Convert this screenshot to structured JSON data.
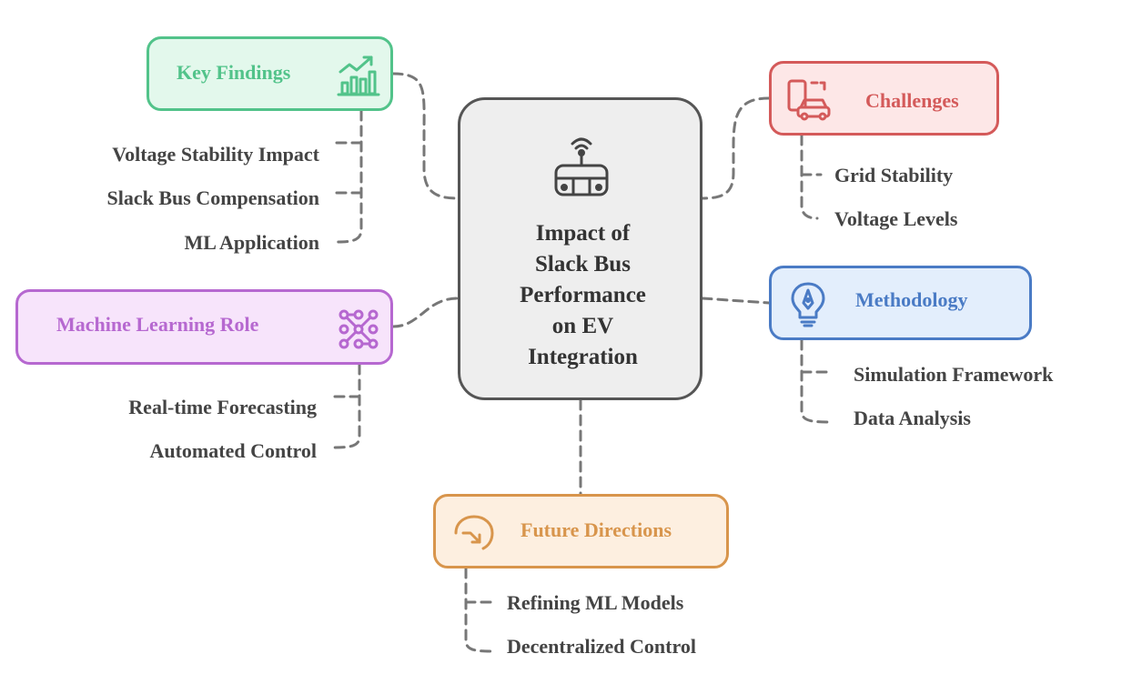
{
  "diagram": {
    "title": "Impact of\nSlack Bus\nPerformance\non EV\nIntegration",
    "nodes": {
      "key_findings": {
        "title": "Key Findings",
        "icon": "growth-chart-icon",
        "color": "#52c38a",
        "fill": "#e3f8ec",
        "items": [
          "Voltage Stability Impact",
          "Slack Bus Compensation",
          "ML Application"
        ]
      },
      "challenges": {
        "title": "Challenges",
        "icon": "device-car-icon",
        "color": "#d45a5a",
        "fill": "#fde7e7",
        "items": [
          "Grid Stability",
          "Voltage Levels"
        ]
      },
      "machine_learning": {
        "title": "Machine Learning Role",
        "icon": "neural-network-icon",
        "color": "#b668d0",
        "fill": "#f7e4fb",
        "items": [
          "Real-time Forecasting",
          "Automated Control"
        ]
      },
      "methodology": {
        "title": "Methodology",
        "icon": "lightbulb-pen-icon",
        "color": "#4a7bc5",
        "fill": "#e3eefc",
        "items": [
          "Simulation Framework",
          "Data Analysis"
        ]
      },
      "future_directions": {
        "title": "Future Directions",
        "icon": "curved-arrow-icon",
        "color": "#d8954c",
        "fill": "#fdefe0",
        "items": [
          "Refining ML Models",
          "Decentralized Control"
        ]
      }
    },
    "center_icon": "connected-bus-icon",
    "connector_color": "#777777"
  }
}
